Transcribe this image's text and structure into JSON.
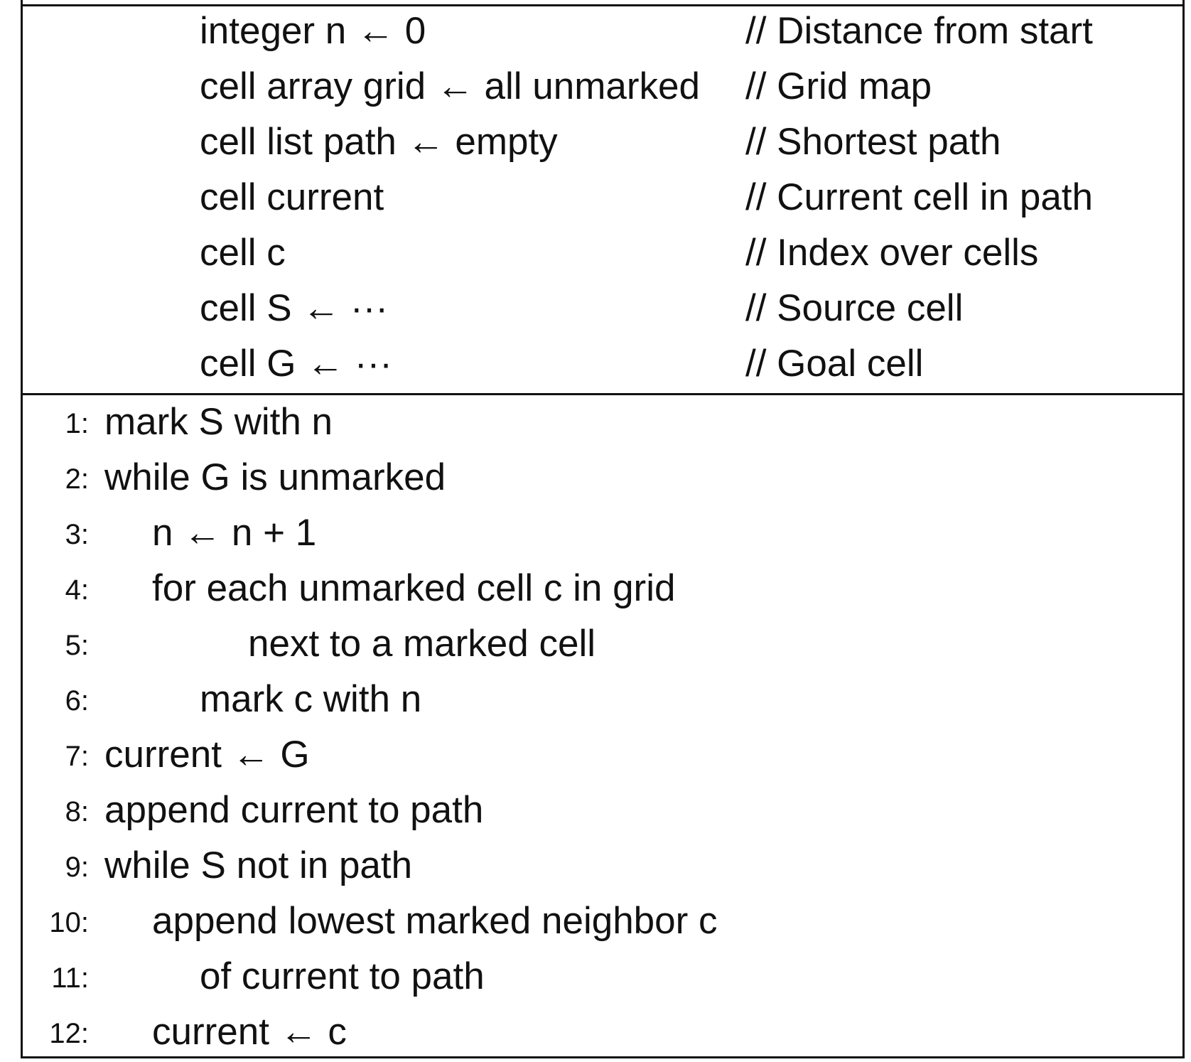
{
  "declarations": [
    {
      "code": "integer n ← 0",
      "comment": "// Distance from start"
    },
    {
      "code": "cell array grid ← all unmarked",
      "comment": "// Grid map"
    },
    {
      "code": "cell list path ← empty",
      "comment": "// Shortest path"
    },
    {
      "code": "cell current",
      "comment": "// Current cell in path"
    },
    {
      "code": "cell c",
      "comment": "// Index over cells"
    },
    {
      "code": "cell S ← ···",
      "comment": "// Source cell"
    },
    {
      "code": "cell G ← ···",
      "comment": "// Goal cell"
    }
  ],
  "steps": [
    {
      "num": "1:",
      "text": "mark S with n"
    },
    {
      "num": "2:",
      "text": "while G is unmarked"
    },
    {
      "num": "3:",
      "text": "n ← n + 1"
    },
    {
      "num": "4:",
      "text": "for each unmarked cell c in grid"
    },
    {
      "num": "5:",
      "text": "next to a marked cell"
    },
    {
      "num": "6:",
      "text": "mark c with n"
    },
    {
      "num": "7:",
      "text": "current ← G"
    },
    {
      "num": "8:",
      "text": "append current to path"
    },
    {
      "num": "9:",
      "text": "while S not in path"
    },
    {
      "num": "10:",
      "text": "append lowest marked neighbor c"
    },
    {
      "num": "11:",
      "text": "of current to path"
    },
    {
      "num": "12:",
      "text": "current ← c"
    }
  ]
}
